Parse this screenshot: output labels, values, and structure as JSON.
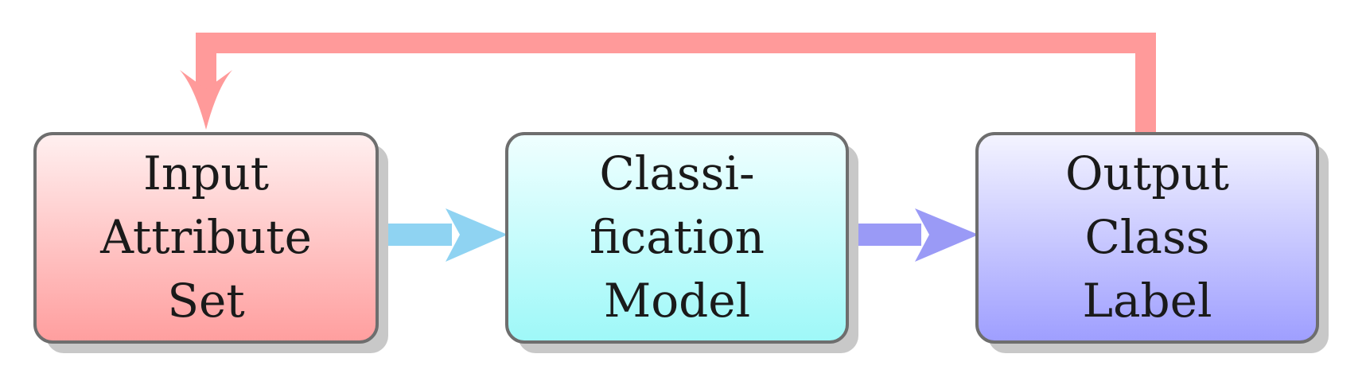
{
  "boxes": [
    {
      "id": "input",
      "lines": [
        "Input",
        "Attribute",
        "Set"
      ],
      "gradient_top": "#fff0f0",
      "gradient_bottom": "#ff9e9e"
    },
    {
      "id": "model",
      "lines": [
        "Classi-",
        "fication",
        "Model"
      ],
      "gradient_top": "#f0ffff",
      "gradient_bottom": "#9ef8f8"
    },
    {
      "id": "output",
      "lines": [
        "Output",
        "Class",
        "Label"
      ],
      "gradient_top": "#f4f4ff",
      "gradient_bottom": "#9e9eff"
    }
  ],
  "colors": {
    "box_border": "#6e6e6e",
    "shadow": "#c8c8c8",
    "feedback_arrow": "#ff9a9a",
    "arrow_input_to_model": "#8fd3f2",
    "arrow_model_to_output": "#9a9af6"
  }
}
